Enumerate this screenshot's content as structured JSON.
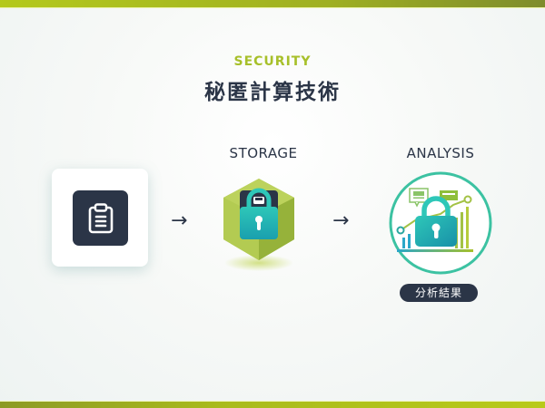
{
  "header": {
    "eyebrow": "SECURITY",
    "title": "秘匿計算技術"
  },
  "flow": {
    "steps": [
      {
        "id": "input",
        "label": "",
        "icon": "clipboard-icon"
      },
      {
        "id": "storage",
        "label": "STORAGE",
        "icon": "locked-box-icon"
      },
      {
        "id": "analysis",
        "label": "ANALYSIS",
        "icon": "locked-chart-icon",
        "badge": "分析結果"
      }
    ],
    "arrow_glyph": "→"
  },
  "colors": {
    "accent_green": "#a7c02a",
    "navy": "#2b3547",
    "teal": "#1fb3a8",
    "bar_green": "#a9bb1c"
  }
}
